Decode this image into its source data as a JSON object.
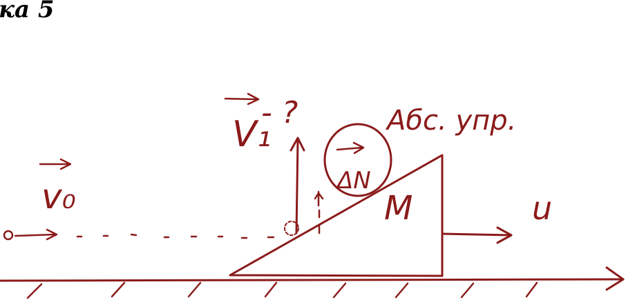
{
  "title": "ка 5",
  "colors": {
    "ink": "#8b1a1a",
    "title": "#000000"
  },
  "labels": {
    "v0": "v₀",
    "v1": "V₁",
    "question": "- ?",
    "delta_n": "ΔN",
    "mass": "M",
    "velocity_u": "u",
    "impact_note": "Абс. упр."
  },
  "icons": {
    "ground": "hatched-ground-line",
    "wedge": "triangle-wedge",
    "ball": "small-ball"
  }
}
